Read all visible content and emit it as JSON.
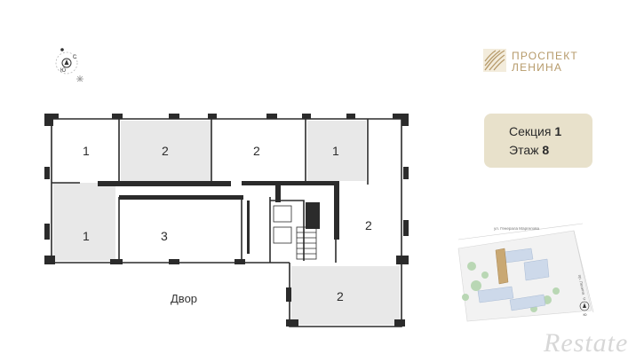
{
  "logo": {
    "line1": "ПРОСПЕКТ",
    "line2": "ЛЕНИНА",
    "accent": "#b69a6a"
  },
  "badge": {
    "section_label": "Секция",
    "section_value": "1",
    "floor_label": "Этаж",
    "floor_value": "8",
    "bg": "#e8e1cb"
  },
  "plan": {
    "fill": "#e8e8e8",
    "wall": "#2b2b2b",
    "courtyard_label": "Двор",
    "apartments": [
      {
        "rooms": "1"
      },
      {
        "rooms": "2"
      },
      {
        "rooms": "2"
      },
      {
        "rooms": "1"
      },
      {
        "rooms": "1"
      },
      {
        "rooms": "3"
      },
      {
        "rooms": "2"
      },
      {
        "rooms": "2"
      }
    ]
  },
  "site_map": {
    "street_top": "ул. Генерала Маргелова",
    "street_right": "пр. Ленина"
  },
  "compass_letters": {
    "north": "С",
    "south": "Ю"
  },
  "watermark": "Restate"
}
